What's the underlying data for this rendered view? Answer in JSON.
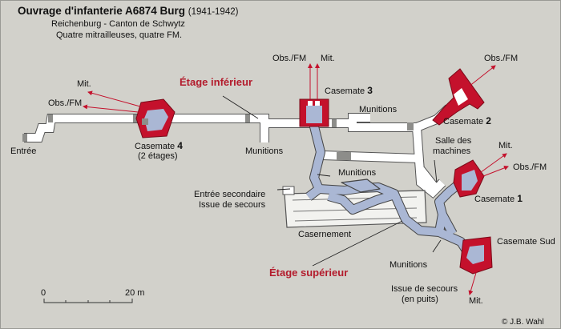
{
  "header": {
    "title": "Ouvrage d'infanterie A6874 Burg",
    "years": "(1941-1942)",
    "line2": "Reichenburg - Canton de Schwytz",
    "line3": "Quatre mitrailleuses, quatre FM."
  },
  "labels": {
    "etage_inferieur": "Étage inférieur",
    "etage_superieur": "Étage supérieur",
    "mit": "Mit.",
    "obs_fm": "Obs./FM",
    "entree": "Entrée",
    "casemate": "Casemate",
    "casemate_4_num": "4",
    "casemate_4_note": "(2 étages)",
    "casemate_3_num": "3",
    "casemate_2_num": "2",
    "casemate_1_num": "1",
    "casemate_sud": "Casemate Sud",
    "munitions": "Munitions",
    "salle_des": "Salle des",
    "machines": "machines",
    "entree_secondaire": "Entrée secondaire",
    "issue_de_secours": "Issue de secours",
    "casernement": "Casernement",
    "issue_puits_1": "Issue de secours",
    "issue_puits_2": "(en puits)"
  },
  "scale": {
    "start": "0",
    "end": "20 m"
  },
  "credit": "© J.B. Wahl",
  "colors": {
    "background": "#d2d1cb",
    "corridor_lower": "#ffffff",
    "corridor_upper": "#aab7d4",
    "casemate": "#c4112c",
    "annotation": "#b31b2c"
  }
}
